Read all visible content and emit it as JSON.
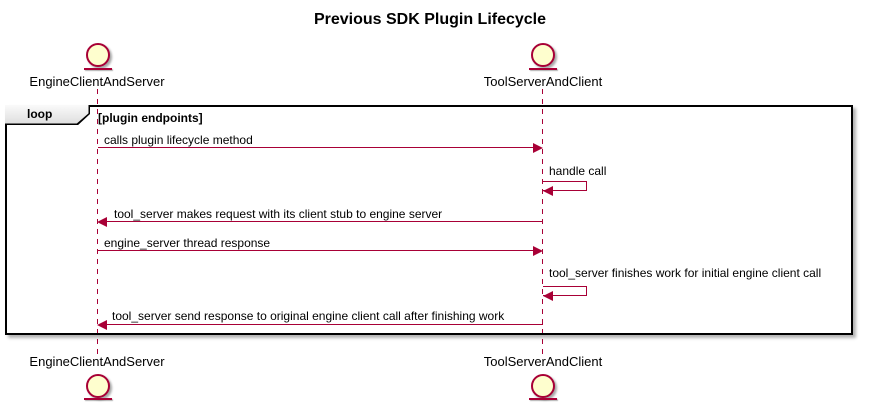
{
  "title": "Previous SDK Plugin Lifecycle",
  "actors": {
    "left": "EngineClientAndServer",
    "right": "ToolServerAndClient"
  },
  "loop": {
    "operator": "loop",
    "guard": "[plugin endpoints]"
  },
  "messages": [
    {
      "text": "calls plugin lifecycle method",
      "from": "EngineClientAndServer",
      "to": "ToolServerAndClient",
      "kind": "arrow-right"
    },
    {
      "text": "handle call",
      "from": "ToolServerAndClient",
      "to": "ToolServerAndClient",
      "kind": "self"
    },
    {
      "text": "tool_server makes request with its client stub to engine server",
      "from": "ToolServerAndClient",
      "to": "EngineClientAndServer",
      "kind": "arrow-left"
    },
    {
      "text": "engine_server thread response",
      "from": "EngineClientAndServer",
      "to": "ToolServerAndClient",
      "kind": "arrow-right"
    },
    {
      "text": "tool_server finishes work for initial engine client call",
      "from": "ToolServerAndClient",
      "to": "ToolServerAndClient",
      "kind": "self"
    },
    {
      "text": "tool_server send response to original engine client call after finishing work",
      "from": "ToolServerAndClient",
      "to": "EngineClientAndServer",
      "kind": "arrow-left"
    }
  ],
  "colors": {
    "line": "#A80036",
    "entity_fill": "#FEFECE",
    "frame_border": "#000000",
    "loop_tab_bg": "#EEEEEE"
  }
}
